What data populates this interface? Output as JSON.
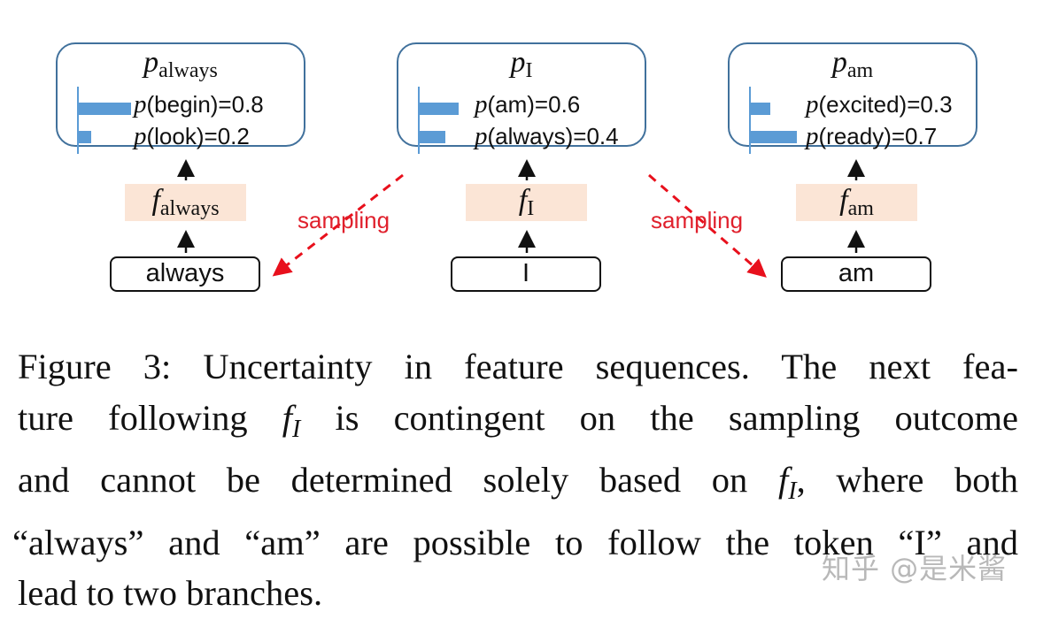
{
  "figure": {
    "columns": [
      {
        "id": "always",
        "distribution": {
          "title_var": "p",
          "title_sub": "always",
          "items": [
            {
              "token": "begin",
              "prob": 0.8,
              "label_var": "p",
              "label_text": "(begin)=0.8"
            },
            {
              "token": "look",
              "prob": 0.2,
              "label_var": "p",
              "label_text": "(look)=0.2"
            }
          ]
        },
        "feature": {
          "var": "f",
          "sub": "always"
        },
        "token": "always"
      },
      {
        "id": "I",
        "distribution": {
          "title_var": "p",
          "title_sub": "I",
          "items": [
            {
              "token": "am",
              "prob": 0.6,
              "label_var": "p",
              "label_text": "(am)=0.6"
            },
            {
              "token": "always",
              "prob": 0.4,
              "label_var": "p",
              "label_text": "(always)=0.4"
            }
          ]
        },
        "feature": {
          "var": "f",
          "sub": "I"
        },
        "token": "I"
      },
      {
        "id": "am",
        "distribution": {
          "title_var": "p",
          "title_sub": "am",
          "items": [
            {
              "token": "excited",
              "prob": 0.3,
              "label_var": "p",
              "label_text": "(excited)=0.3"
            },
            {
              "token": "ready",
              "prob": 0.7,
              "label_var": "p",
              "label_text": "(ready)=0.7"
            }
          ]
        },
        "feature": {
          "var": "f",
          "sub": "am"
        },
        "token": "am"
      }
    ],
    "sampling_labels": [
      "sampling",
      "sampling"
    ],
    "colors": {
      "box_border": "#41719c",
      "bar": "#5b9bd5",
      "feature_fill": "#fbe5d6",
      "sampling": "#e0202c"
    }
  },
  "caption": {
    "lines": [
      {
        "parts": [
          "Figure 3: Uncertainty in feature sequences. The next fea-"
        ]
      },
      {
        "pre": "ture following ",
        "math_var": "f",
        "math_sub": "I",
        "post": " is contingent on the sampling outcome"
      },
      {
        "pre": "and cannot be determined solely based on ",
        "math_var": "f",
        "math_sub": "I",
        "post": ", where both"
      },
      {
        "parts": [
          "“always” and “am” are possible to follow the token “I” and"
        ]
      },
      {
        "parts": [
          "lead to two branches."
        ]
      }
    ]
  },
  "watermark": "知乎 @是米酱"
}
